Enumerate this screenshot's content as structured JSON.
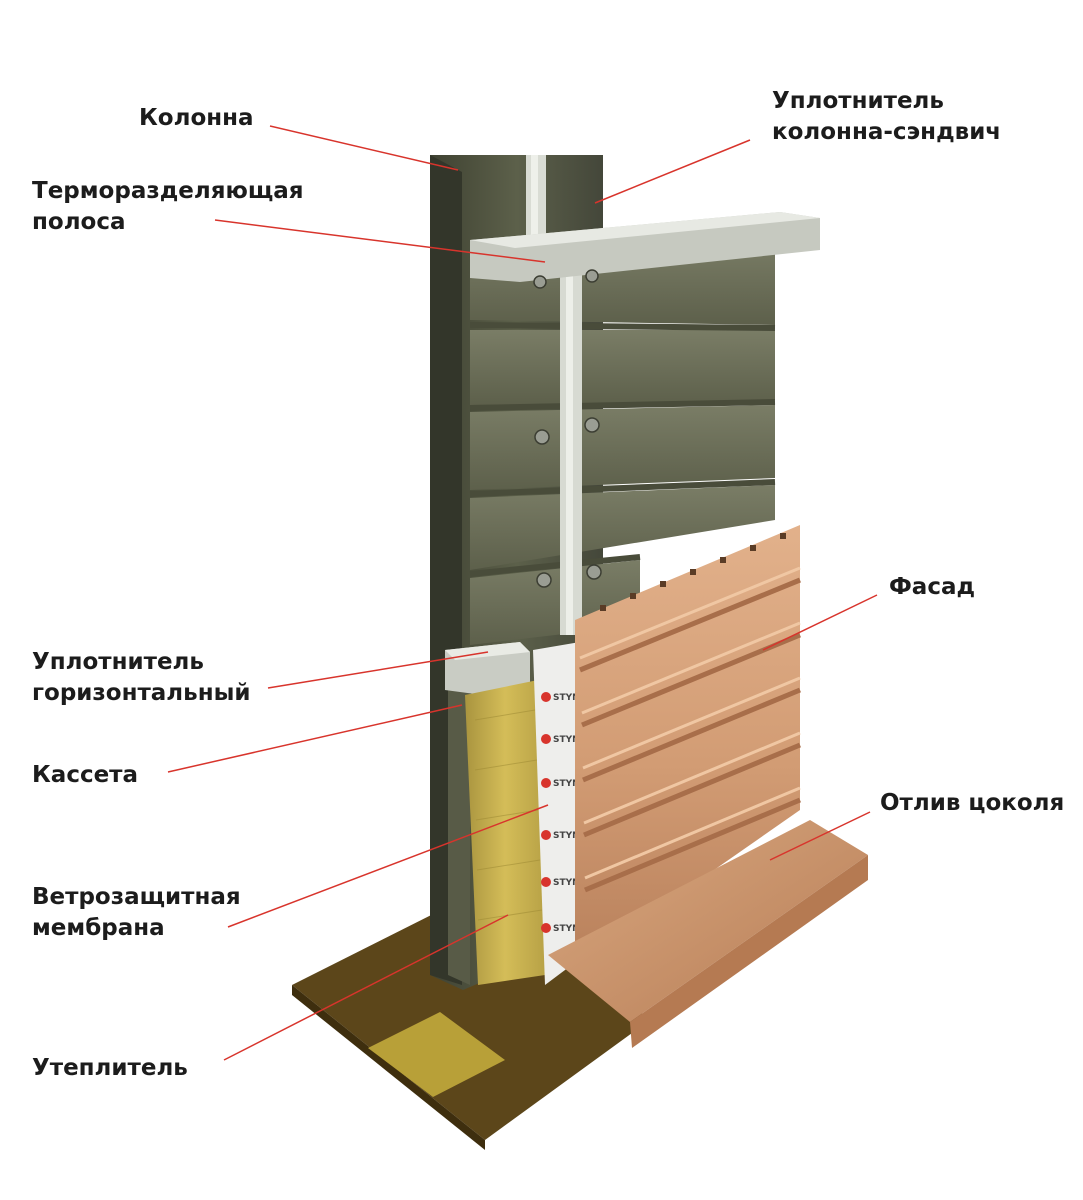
{
  "diagram": {
    "colors": {
      "leader_line": "#d8342c",
      "label_text": "#1c1c1c",
      "cassette": "#6b6e57",
      "column": "#51543f",
      "facade": "#d49e77",
      "insulation": "#cbb451",
      "membrane": "#f0f0ee",
      "base_slab": "#5a4418"
    },
    "membrane_brand": "STYNERGY",
    "labels": {
      "column": "Колонна",
      "seal_column_sandwich_l1": "Уплотнитель",
      "seal_column_sandwich_l2": "колонна-сэндвич",
      "thermal_strip_l1": "Терморазделяющая",
      "thermal_strip_l2": "полоса",
      "facade": "Фасад",
      "seal_horizontal_l1": "Уплотнитель",
      "seal_horizontal_l2": "горизонтальный",
      "cassette": "Кассета",
      "plinth_flashing": "Отлив цоколя",
      "wind_membrane_l1": "Ветрозащитная",
      "wind_membrane_l2": "мембрана",
      "insulation": "Утеплитель"
    }
  }
}
